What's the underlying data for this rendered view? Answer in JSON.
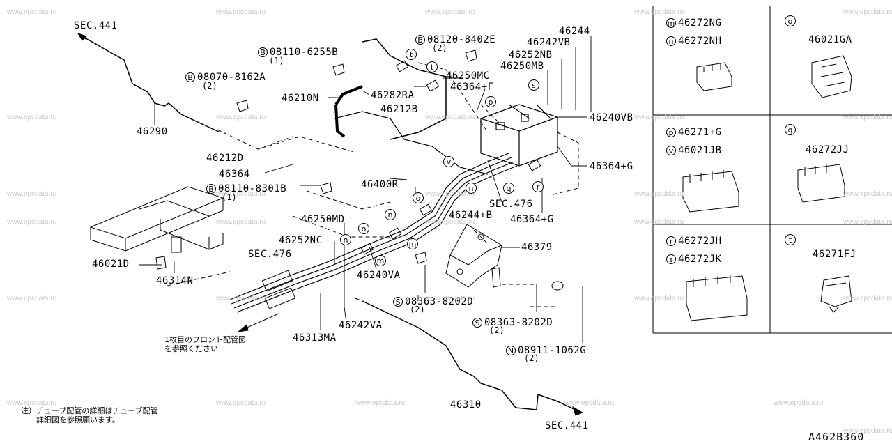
{
  "watermark": "www.epcdata.ru",
  "diagram_code": "A462B360",
  "parts": {
    "p46290": "46290",
    "p46210N": "46210N",
    "p46212D": "46212D",
    "p46364": "46364",
    "p46282RA": "46282RA",
    "p46212B": "46212B",
    "p46250MC": "46250MC",
    "p46364F": "46364+F",
    "p46250MB": "46250MB",
    "p46252NB": "46252NB",
    "p46242VB": "46242VB",
    "p46244": "46244",
    "p46240VB": "46240VB",
    "p46364G_a": "46364+G",
    "p46400R": "46400R",
    "p46244B": "46244+B",
    "p46364G_b": "46364+G",
    "p46250MD": "46250MD",
    "p46252NC": "46252NC",
    "p46021D": "46021D",
    "p46314N": "46314N",
    "p46240VA": "46240VA",
    "p46379": "46379",
    "p46313MA": "46313MA",
    "p46242VA": "46242VA",
    "p46310": "46310"
  },
  "sections": {
    "sec441_top": "SEC.441",
    "sec476_a": "SEC.476",
    "sec476_b": "SEC.476",
    "sec441_bottom": "SEC.441"
  },
  "bolts": {
    "b1": {
      "mark": "B",
      "code": "08110-6255B",
      "qty": "(1)"
    },
    "b2": {
      "mark": "B",
      "code": "08070-8162A",
      "qty": "(2)"
    },
    "b3": {
      "mark": "B",
      "code": "08120-8402E",
      "qty": "(2)"
    },
    "b4": {
      "mark": "B",
      "code": "08110-8301B",
      "qty": "(1)"
    },
    "s1": {
      "mark": "S",
      "code": "08363-8202D",
      "qty": "(2)"
    },
    "s2": {
      "mark": "S",
      "code": "08363-8202D",
      "qty": "(2)"
    },
    "n1": {
      "mark": "N",
      "code": "08911-1062G",
      "qty": "(2)"
    }
  },
  "notes": {
    "front_ref_1": "1枚目のフロント配管図",
    "front_ref_2": "を参照ください",
    "tube_note_1": "注）チューブ配管の詳細はチューブ配管",
    "tube_note_2": "　　詳細図を参照願います。"
  },
  "clips_table": {
    "m": {
      "mark": "m",
      "part": "46272NG"
    },
    "n": {
      "mark": "n",
      "part": "46272NH"
    },
    "o": {
      "mark": "o",
      "part": "46021GA"
    },
    "p": {
      "mark": "p",
      "part": "46271+G"
    },
    "v": {
      "mark": "v",
      "part": "46021JB"
    },
    "q": {
      "mark": "q",
      "part": "46272JJ"
    },
    "r": {
      "mark": "r",
      "part": "46272JH"
    },
    "s": {
      "mark": "s",
      "part": "46272JK"
    },
    "t": {
      "mark": "t",
      "part": "46271FJ"
    }
  }
}
